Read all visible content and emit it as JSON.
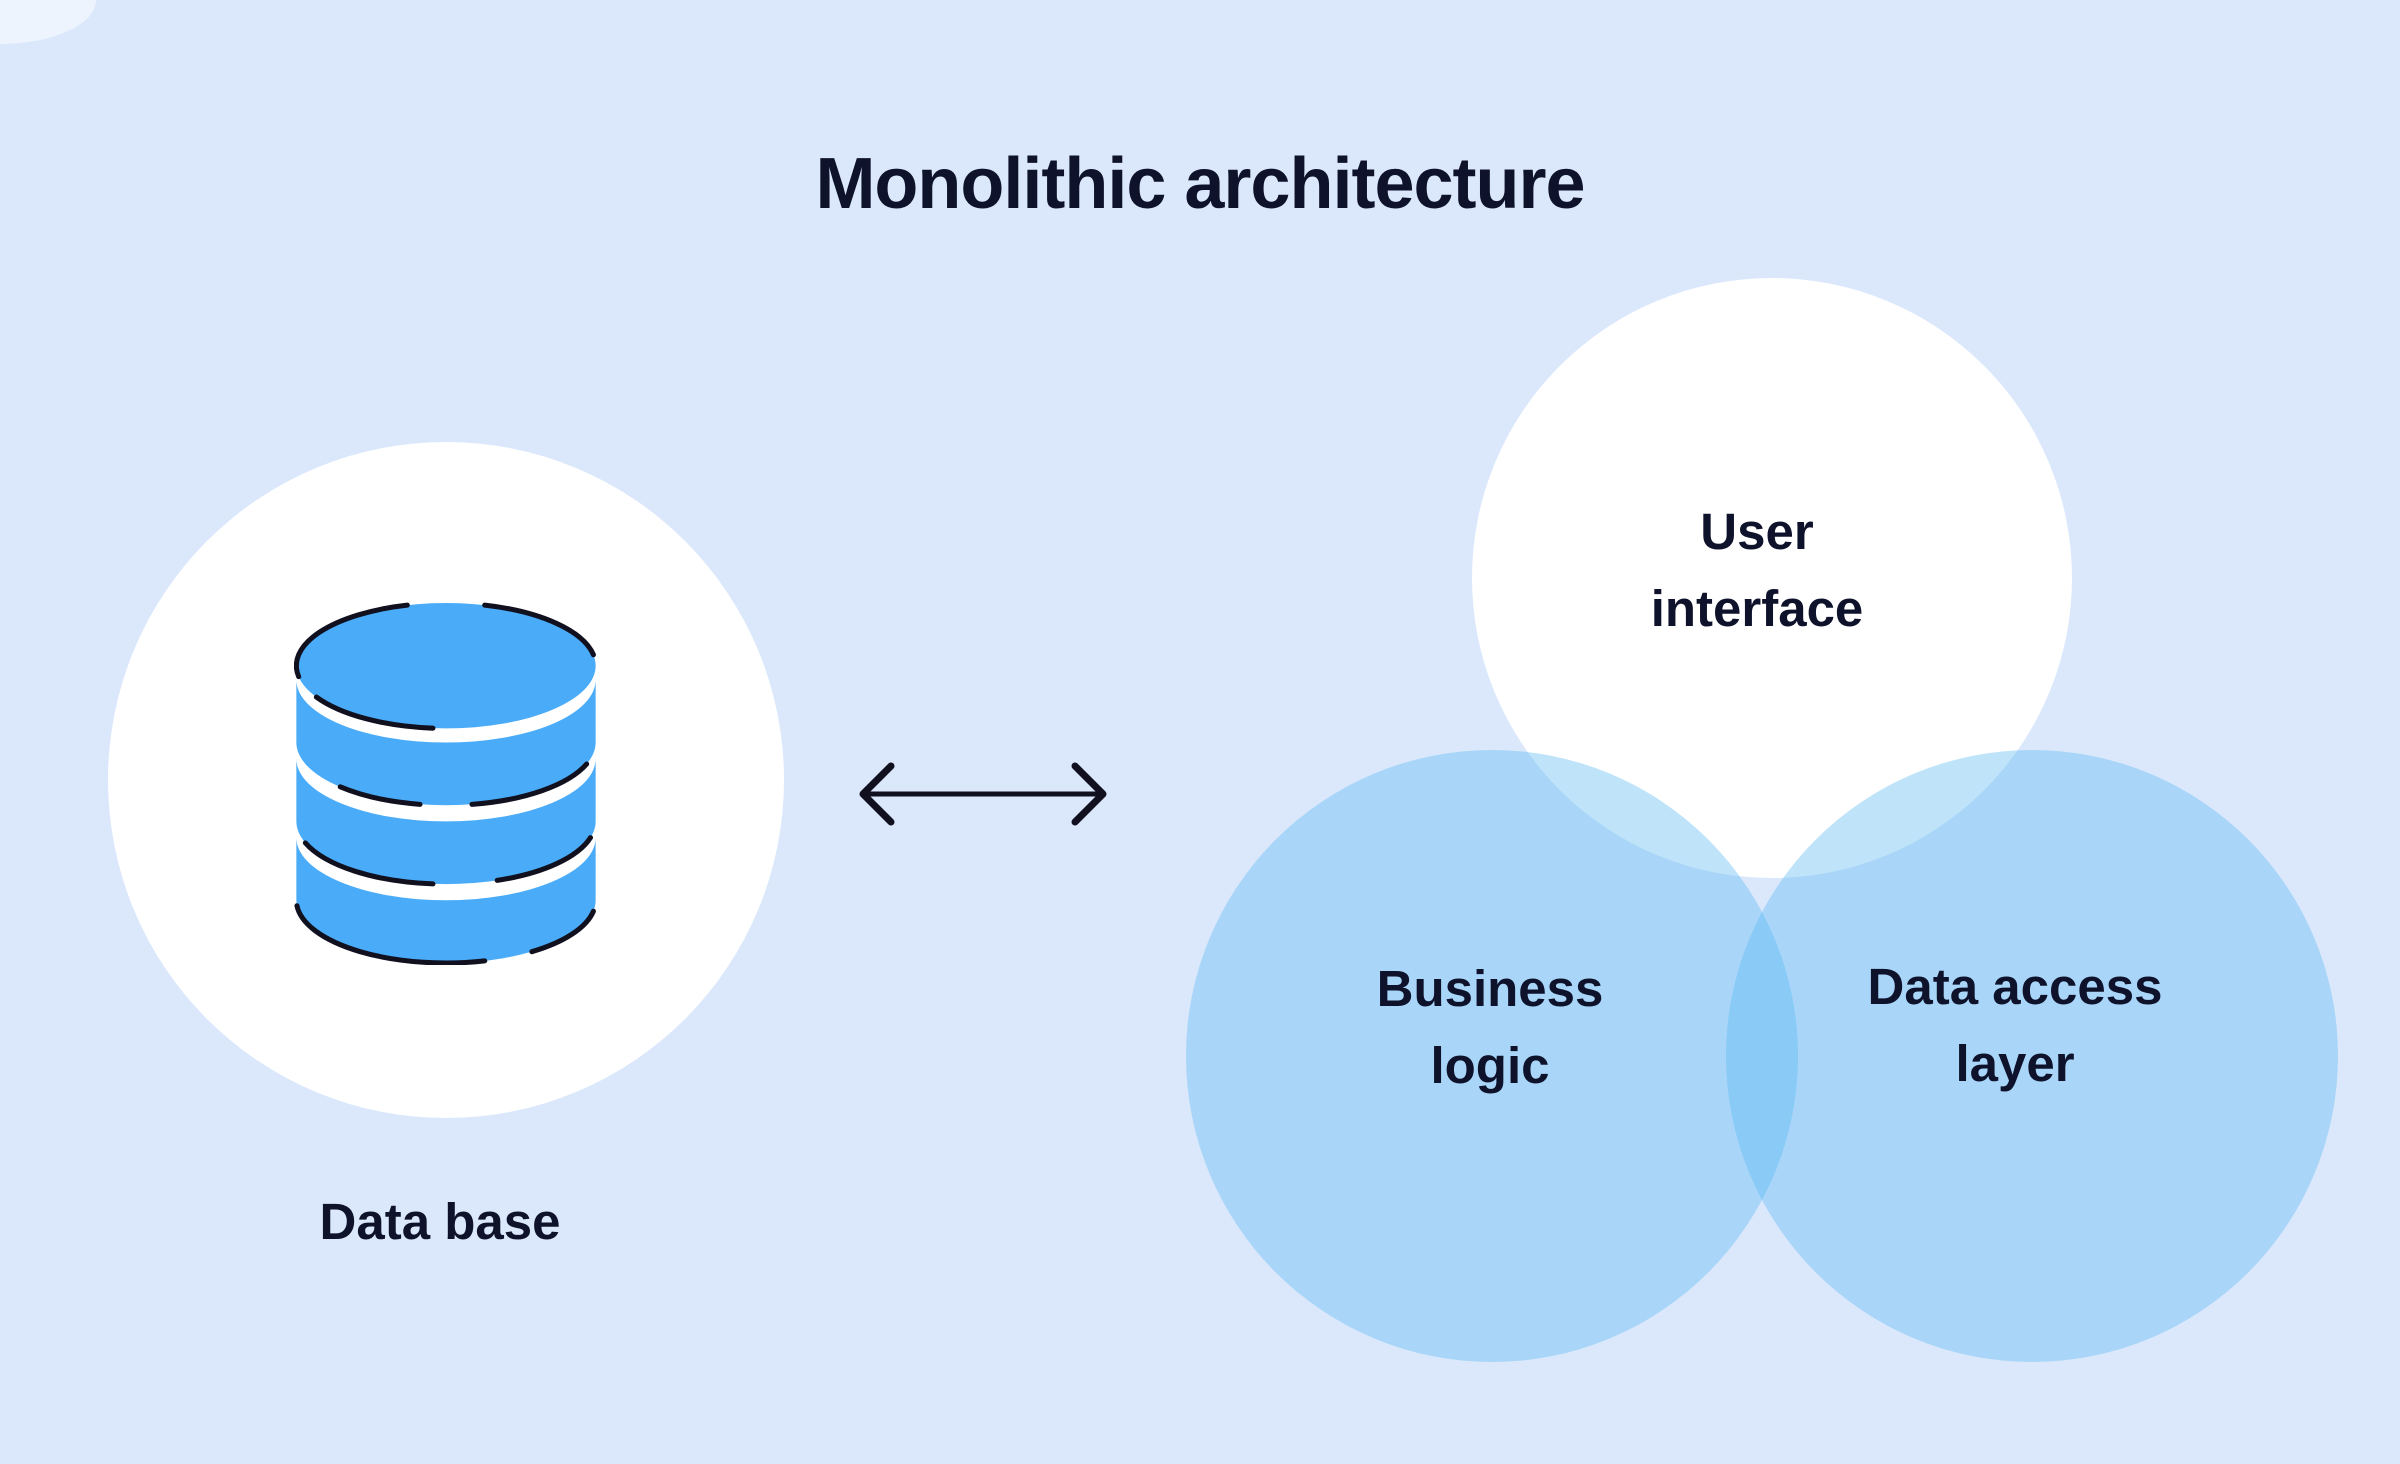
{
  "title": "Monolithic architecture",
  "database_group": {
    "icon": "database-icon",
    "label": "Data base"
  },
  "connector": {
    "icon": "double-headed-arrow-icon"
  },
  "monolith_group": {
    "circles": [
      {
        "id": "user-interface",
        "lines": [
          "User",
          "interface"
        ]
      },
      {
        "id": "business-logic",
        "lines": [
          "Business",
          "logic"
        ]
      },
      {
        "id": "data-access-layer",
        "lines": [
          "Data access",
          "layer"
        ]
      }
    ]
  },
  "colors": {
    "background": "#DBE8FC",
    "white_circle": "#FFFFFF",
    "venn_blue": "rgba(87,185,242,0.38)",
    "venn_overlap_observed": "#8AC6F7",
    "icon_blue": "#4AACF9",
    "ink_text": "#0E122B",
    "sketch_stroke": "#10101F"
  }
}
